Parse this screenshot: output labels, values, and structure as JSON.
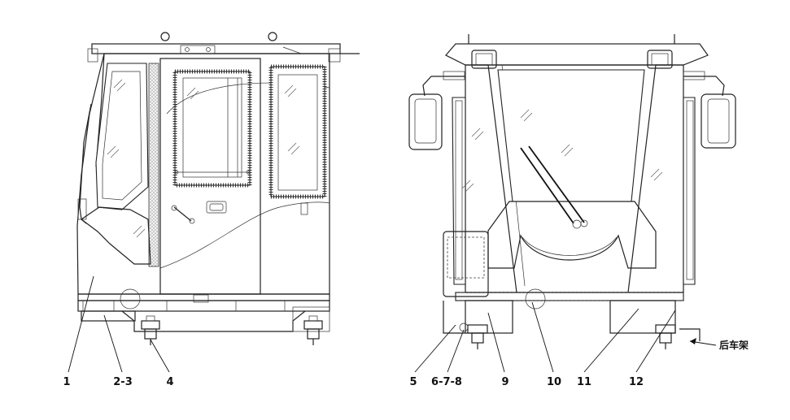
{
  "callouts": {
    "c1": "1",
    "c2_3": "2-3",
    "c4": "4",
    "c5": "5",
    "c6_7_8": "6-7-8",
    "c9": "9",
    "c10": "10",
    "c11": "11",
    "c12": "12"
  },
  "rear_frame_label": "后车架",
  "colors": {
    "line": "#222222",
    "background": "#ffffff"
  }
}
